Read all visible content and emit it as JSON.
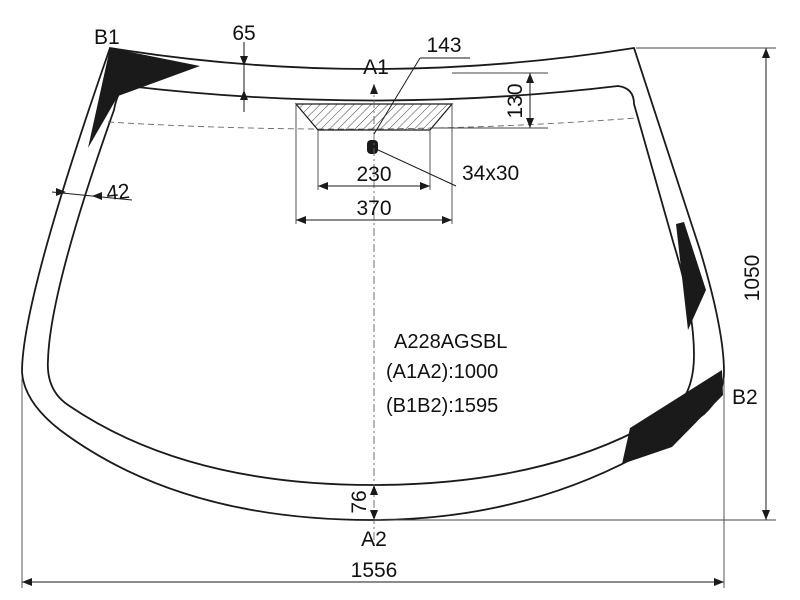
{
  "drawing": {
    "part_code": "A228AGSBL",
    "center_height_label": "(A1A2):1000",
    "side_length_label": "(B1B2):1595",
    "points": {
      "a1": "A1",
      "a2": "A2",
      "b1": "B1",
      "b2": "B2"
    },
    "dimensions": {
      "top_band": "65",
      "sensor_area_top": "143",
      "sensor_area_height": "130",
      "side_band": "42",
      "sensor_area_bottom": "230",
      "sensor_area_outer": "370",
      "mirror_pad": "34x30",
      "bottom_band": "76",
      "overall_height": "1050",
      "overall_width": "1556"
    }
  },
  "colors": {
    "line": "#1a1a1a",
    "black_band": "#1a1a1a",
    "background": "#ffffff"
  }
}
